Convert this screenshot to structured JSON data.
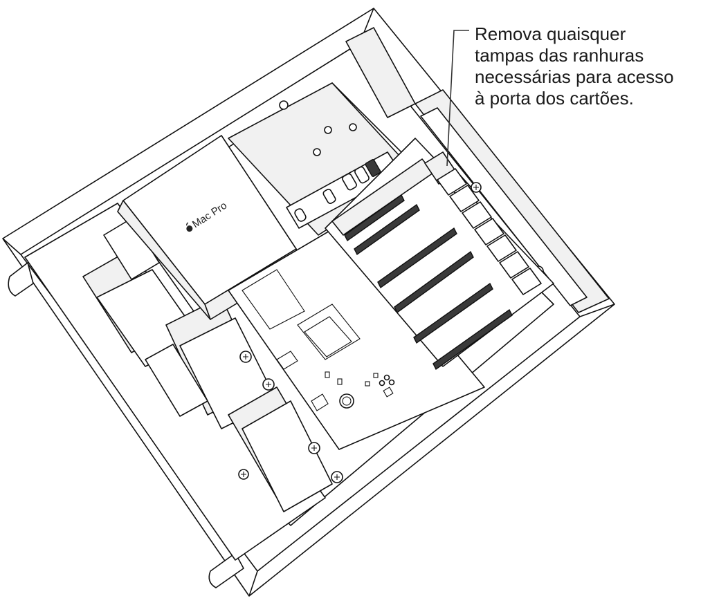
{
  "callout": {
    "lines": [
      "Remova quaisquer",
      "tampas das ranhuras",
      "necessárias para acesso",
      "à porta dos cartões."
    ]
  },
  "device": {
    "logo_text": "Mac Pro",
    "logo_icon": "apple-logo-icon"
  }
}
